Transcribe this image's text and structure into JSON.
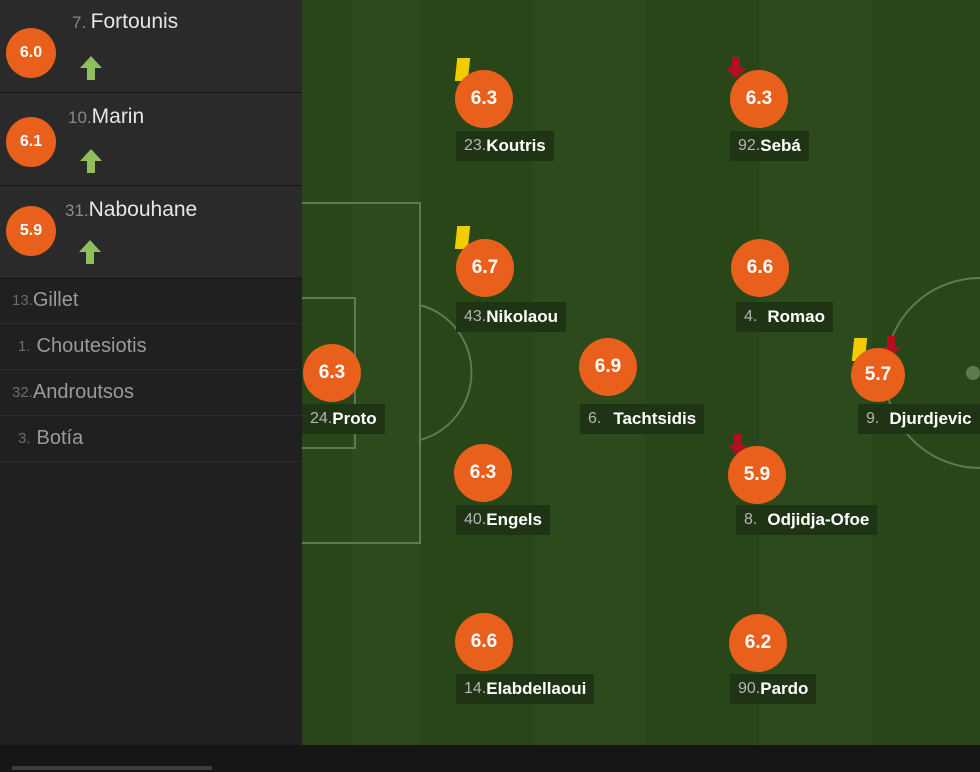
{
  "substitutes": [
    {
      "rating": "6.0",
      "number": "7.",
      "name": "Fortounis"
    },
    {
      "rating": "6.1",
      "number": "10.",
      "name": "Marin"
    },
    {
      "rating": "5.9",
      "number": "31.",
      "name": "Nabouhane"
    }
  ],
  "bench": [
    {
      "number": "13.",
      "name": "Gillet"
    },
    {
      "number": "1.",
      "name": "Choutesiotis"
    },
    {
      "number": "32.",
      "name": "Androutsos"
    },
    {
      "number": "3.",
      "name": "Botía"
    }
  ],
  "players": [
    {
      "rating": "6.3",
      "number": "24.",
      "name": "Proto"
    },
    {
      "rating": "6.3",
      "number": "23.",
      "name": "Koutris"
    },
    {
      "rating": "6.7",
      "number": "43.",
      "name": "Nikolaou"
    },
    {
      "rating": "6.3",
      "number": "40.",
      "name": "Engels"
    },
    {
      "rating": "6.6",
      "number": "14.",
      "name": "Elabdellaoui"
    },
    {
      "rating": "6.9",
      "number": "6.",
      "name": "Tachtsidis"
    },
    {
      "rating": "6.3",
      "number": "92.",
      "name": "Sebá"
    },
    {
      "rating": "6.6",
      "number": "4.",
      "name": "Romao"
    },
    {
      "rating": "5.9",
      "number": "8.",
      "name": "Odjidja-Ofoe"
    },
    {
      "rating": "6.2",
      "number": "90.",
      "name": "Pardo"
    },
    {
      "rating": "5.7",
      "number": "9.",
      "name": "Djurdjevic"
    }
  ],
  "colors": {
    "rating": "#e8601c",
    "yellow_card": "#f2cb00",
    "sub_in_arrow": "#8fbf5c",
    "sub_out_arrow": "#b0101f"
  }
}
